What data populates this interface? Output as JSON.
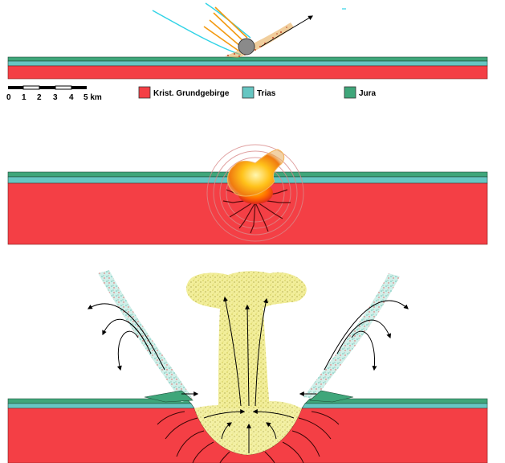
{
  "scale_bar": {
    "ticks": [
      "0",
      "1",
      "2",
      "3",
      "4",
      "5 km"
    ]
  },
  "legend": [
    {
      "label": "Krist. Grundgebirge",
      "color": "#f43f45"
    },
    {
      "label": "Trias",
      "color": "#66c6c2"
    },
    {
      "label": "Jura",
      "color": "#3fa67a"
    }
  ],
  "colors": {
    "basement": "#f43f45",
    "trias": "#66c6c2",
    "jura": "#3fa67a",
    "ejecta": "#e9e37a",
    "heat_trail": "#f39a12",
    "shock_front": "#31d3e6",
    "projectile": "#8a8a8a"
  }
}
